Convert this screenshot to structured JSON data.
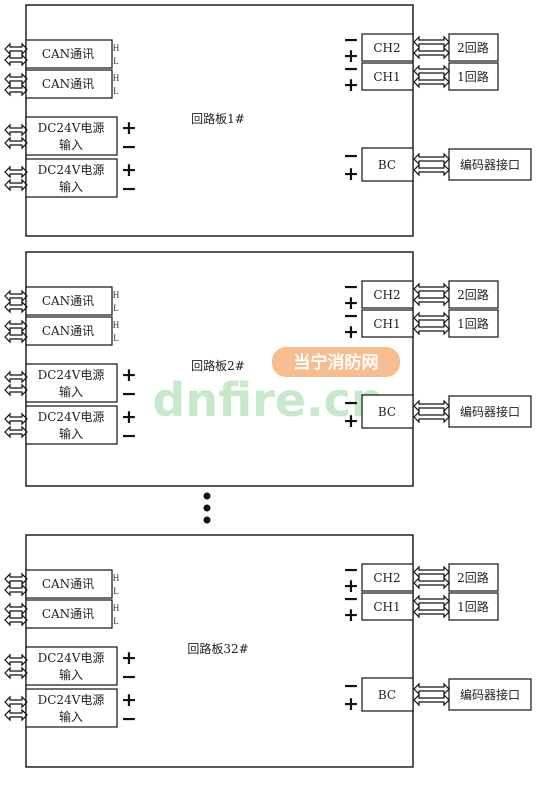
{
  "boards": [
    {
      "title": "回路板1#",
      "can_ports": [
        {
          "label": "CAN通讯",
          "pins": [
            "H",
            "L"
          ]
        },
        {
          "label": "CAN通讯",
          "pins": [
            "H",
            "L"
          ]
        }
      ],
      "power_ports": [
        {
          "line1": "DC24V电源",
          "line2": "输入",
          "pos": "+",
          "neg": "−"
        },
        {
          "line1": "DC24V电源",
          "line2": "输入",
          "pos": "+",
          "neg": "−"
        }
      ],
      "channels": [
        {
          "label": "CH2",
          "target": "2回路",
          "pos": "+",
          "neg": "−"
        },
        {
          "label": "CH1",
          "target": "1回路",
          "pos": "+",
          "neg": "−"
        }
      ],
      "bc": {
        "label": "BC",
        "target": "编码器接口",
        "pos": "+",
        "neg": "−"
      }
    },
    {
      "title": "回路板2#",
      "can_ports": [
        {
          "label": "CAN通讯",
          "pins": [
            "H",
            "L"
          ]
        },
        {
          "label": "CAN通讯",
          "pins": [
            "H",
            "L"
          ]
        }
      ],
      "power_ports": [
        {
          "line1": "DC24V电源",
          "line2": "输入",
          "pos": "+",
          "neg": "−"
        },
        {
          "line1": "DC24V电源",
          "line2": "输入",
          "pos": "+",
          "neg": "−"
        }
      ],
      "channels": [
        {
          "label": "CH2",
          "target": "2回路",
          "pos": "+",
          "neg": "−"
        },
        {
          "label": "CH1",
          "target": "1回路",
          "pos": "+",
          "neg": "−"
        }
      ],
      "bc": {
        "label": "BC",
        "target": "编码器接口",
        "pos": "+",
        "neg": "−"
      }
    },
    {
      "title": "回路板32#",
      "can_ports": [
        {
          "label": "CAN通讯",
          "pins": [
            "H",
            "L"
          ]
        },
        {
          "label": "CAN通讯",
          "pins": [
            "H",
            "L"
          ]
        }
      ],
      "power_ports": [
        {
          "line1": "DC24V电源",
          "line2": "输入",
          "pos": "+",
          "neg": "−"
        },
        {
          "line1": "DC24V电源",
          "line2": "输入",
          "pos": "+",
          "neg": "−"
        }
      ],
      "channels": [
        {
          "label": "CH2",
          "target": "2回路",
          "pos": "+",
          "neg": "−"
        },
        {
          "label": "CH1",
          "target": "1回路",
          "pos": "+",
          "neg": "−"
        }
      ],
      "bc": {
        "label": "BC",
        "target": "编码器接口",
        "pos": "+",
        "neg": "−"
      }
    }
  ],
  "watermark": {
    "brand": "当宁消防网",
    "domain": "dnfire.cn"
  }
}
